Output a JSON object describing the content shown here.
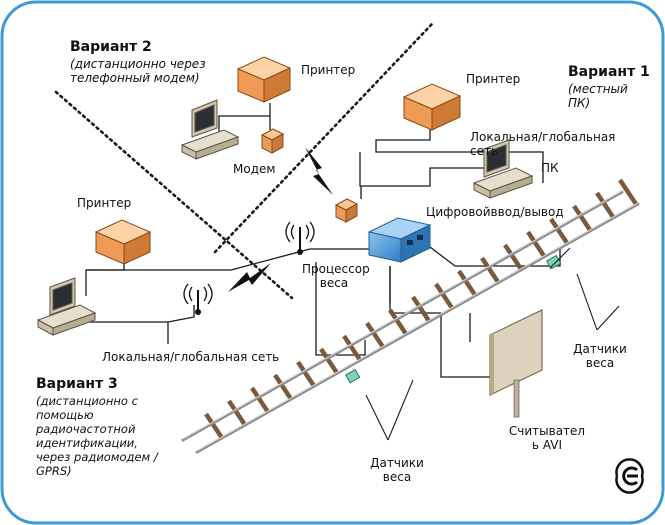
{
  "colors": {
    "frame": "#3c9bd6",
    "processor": "#3a8fd0",
    "box": "#f2b27a",
    "computer": "#d9d2bf",
    "rail": "#8a8a8a",
    "sensor": "#7fd3b0"
  },
  "variants": {
    "v1": {
      "title": "Вариант 1",
      "subtitle": "(местный\nПК)"
    },
    "v2": {
      "title": "Вариант 2",
      "subtitle": "(дистанционно через\nтелефонный модем)"
    },
    "v3": {
      "title": "Вариант 3",
      "subtitle": "(дистанционно с\nпомощью\nрадиочастотной\nидентификации,\nчерез радиомодем /\nGPRS)"
    }
  },
  "labels": {
    "printer_v2": "Принтер",
    "printer_v1": "Принтер",
    "printer_v3": "Принтер",
    "modem": "Модем",
    "network_v1": "Локальная/глобальная\nсеть",
    "pc": "ПК",
    "digital_io": "Цифровойввод/вывод",
    "processor": "Процессор\nвеса",
    "network_v3": "Локальная/глобальная сеть",
    "sensors_right": "Датчики\nвеса",
    "sensors_bottom": "Датчики\nвеса",
    "avi_reader": "Считывател\nь AVI"
  },
  "icons": [
    "printer-icon",
    "computer-icon",
    "modem-icon",
    "antenna-icon",
    "lightning-icon",
    "certification-mark-icon",
    "avi-sign-icon",
    "railway-track-icon",
    "weight-sensor-icon"
  ]
}
